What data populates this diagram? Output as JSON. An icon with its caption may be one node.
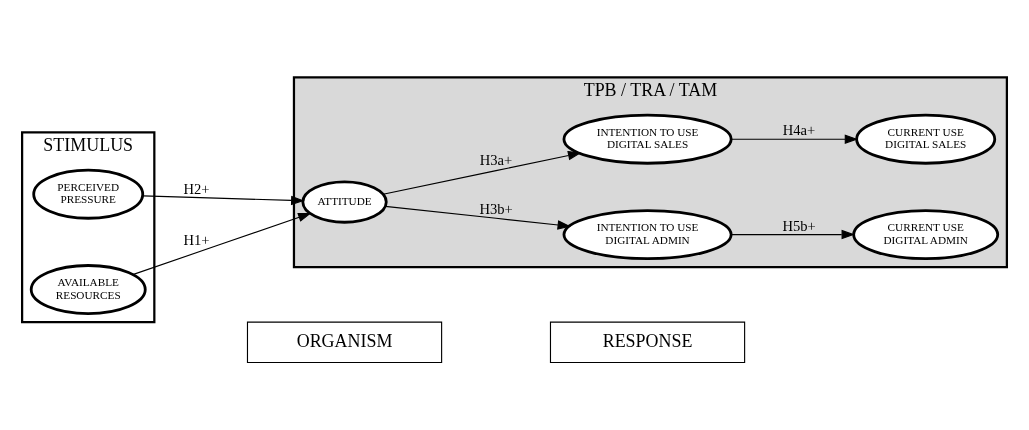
{
  "diagram": {
    "nodes": [
      {
        "text": [
          "STIMULUS"
        ]
      },
      {
        "text": [
          "AVAILABLE RESOURCES"
        ],
        "in": 0
      },
      {
        "text": [
          "PERCEIVED PRESSURE"
        ],
        "in": 0
      },
      {
        "text": [
          "ORGANISM"
        ]
      },
      {
        "text": [
          "RESPONSE"
        ]
      },
      {
        "text": [
          "TPB / TRA / TAM"
        ]
      },
      {
        "text": [
          "ATTITUDE"
        ],
        "in": 5
      },
      {
        "text": [
          "INTENTION TO USE DIGITAL SALES"
        ],
        "in": 5
      },
      {
        "text": [
          "INTENTION TO USE DIGITAL ADMIN"
        ],
        "in": 5
      },
      {
        "text": [
          "CURRENT USE DIGITAL SALES"
        ],
        "in": 5
      },
      {
        "text": [
          "CURRENT USE DIGITAL ADMIN"
        ],
        "in": 5
      }
    ],
    "edges": [
      {
        "from": 1,
        "to": 6,
        "arrow": "to",
        "label": "H1+"
      },
      {
        "from": 2,
        "to": 6,
        "arrow": "to",
        "label": "H2+"
      },
      {
        "from": 6,
        "to": 7,
        "arrow": "to",
        "label": "H3a+"
      },
      {
        "from": 6,
        "to": 8,
        "arrow": "to",
        "label": "H3b+"
      },
      {
        "from": 7,
        "to": 9,
        "arrow": "to",
        "label": "H4a+"
      },
      {
        "from": 8,
        "to": 10,
        "arrow": "to",
        "label": "H5b+"
      }
    ]
  }
}
